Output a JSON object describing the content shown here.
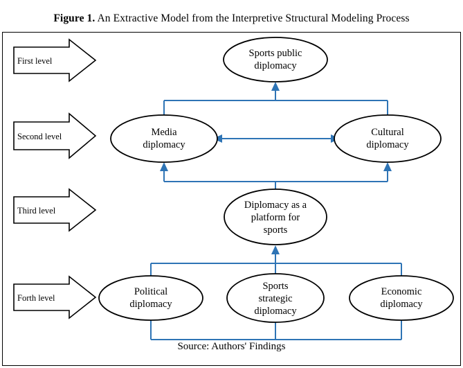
{
  "figure": {
    "caption_bold": "Figure 1.",
    "caption_rest": " An Extractive Model from the Interpretive Structural Modeling Process",
    "source": "Source: Authors' Findings"
  },
  "levels": [
    {
      "label": "First level"
    },
    {
      "label": "Second level"
    },
    {
      "label": "Third level"
    },
    {
      "label": "Forth level"
    }
  ],
  "nodes": {
    "sports_public": {
      "line1": "Sports public",
      "line2": "diplomacy"
    },
    "media": {
      "line1": "Media",
      "line2": "diplomacy"
    },
    "cultural": {
      "line1": "Cultural",
      "line2": "diplomacy"
    },
    "platform": {
      "line1": "Diplomacy as a",
      "line2": "platform for",
      "line3": "sports"
    },
    "political": {
      "line1": "Political",
      "line2": "diplomacy"
    },
    "sports_strategic": {
      "line1": "Sports",
      "line2": "strategic",
      "line3": "diplomacy"
    },
    "economic": {
      "line1": "Economic",
      "line2": "diplomacy"
    }
  },
  "colors": {
    "connector": "#2E74B5",
    "node_stroke": "#000000",
    "border": "#000000",
    "background": "#ffffff"
  }
}
